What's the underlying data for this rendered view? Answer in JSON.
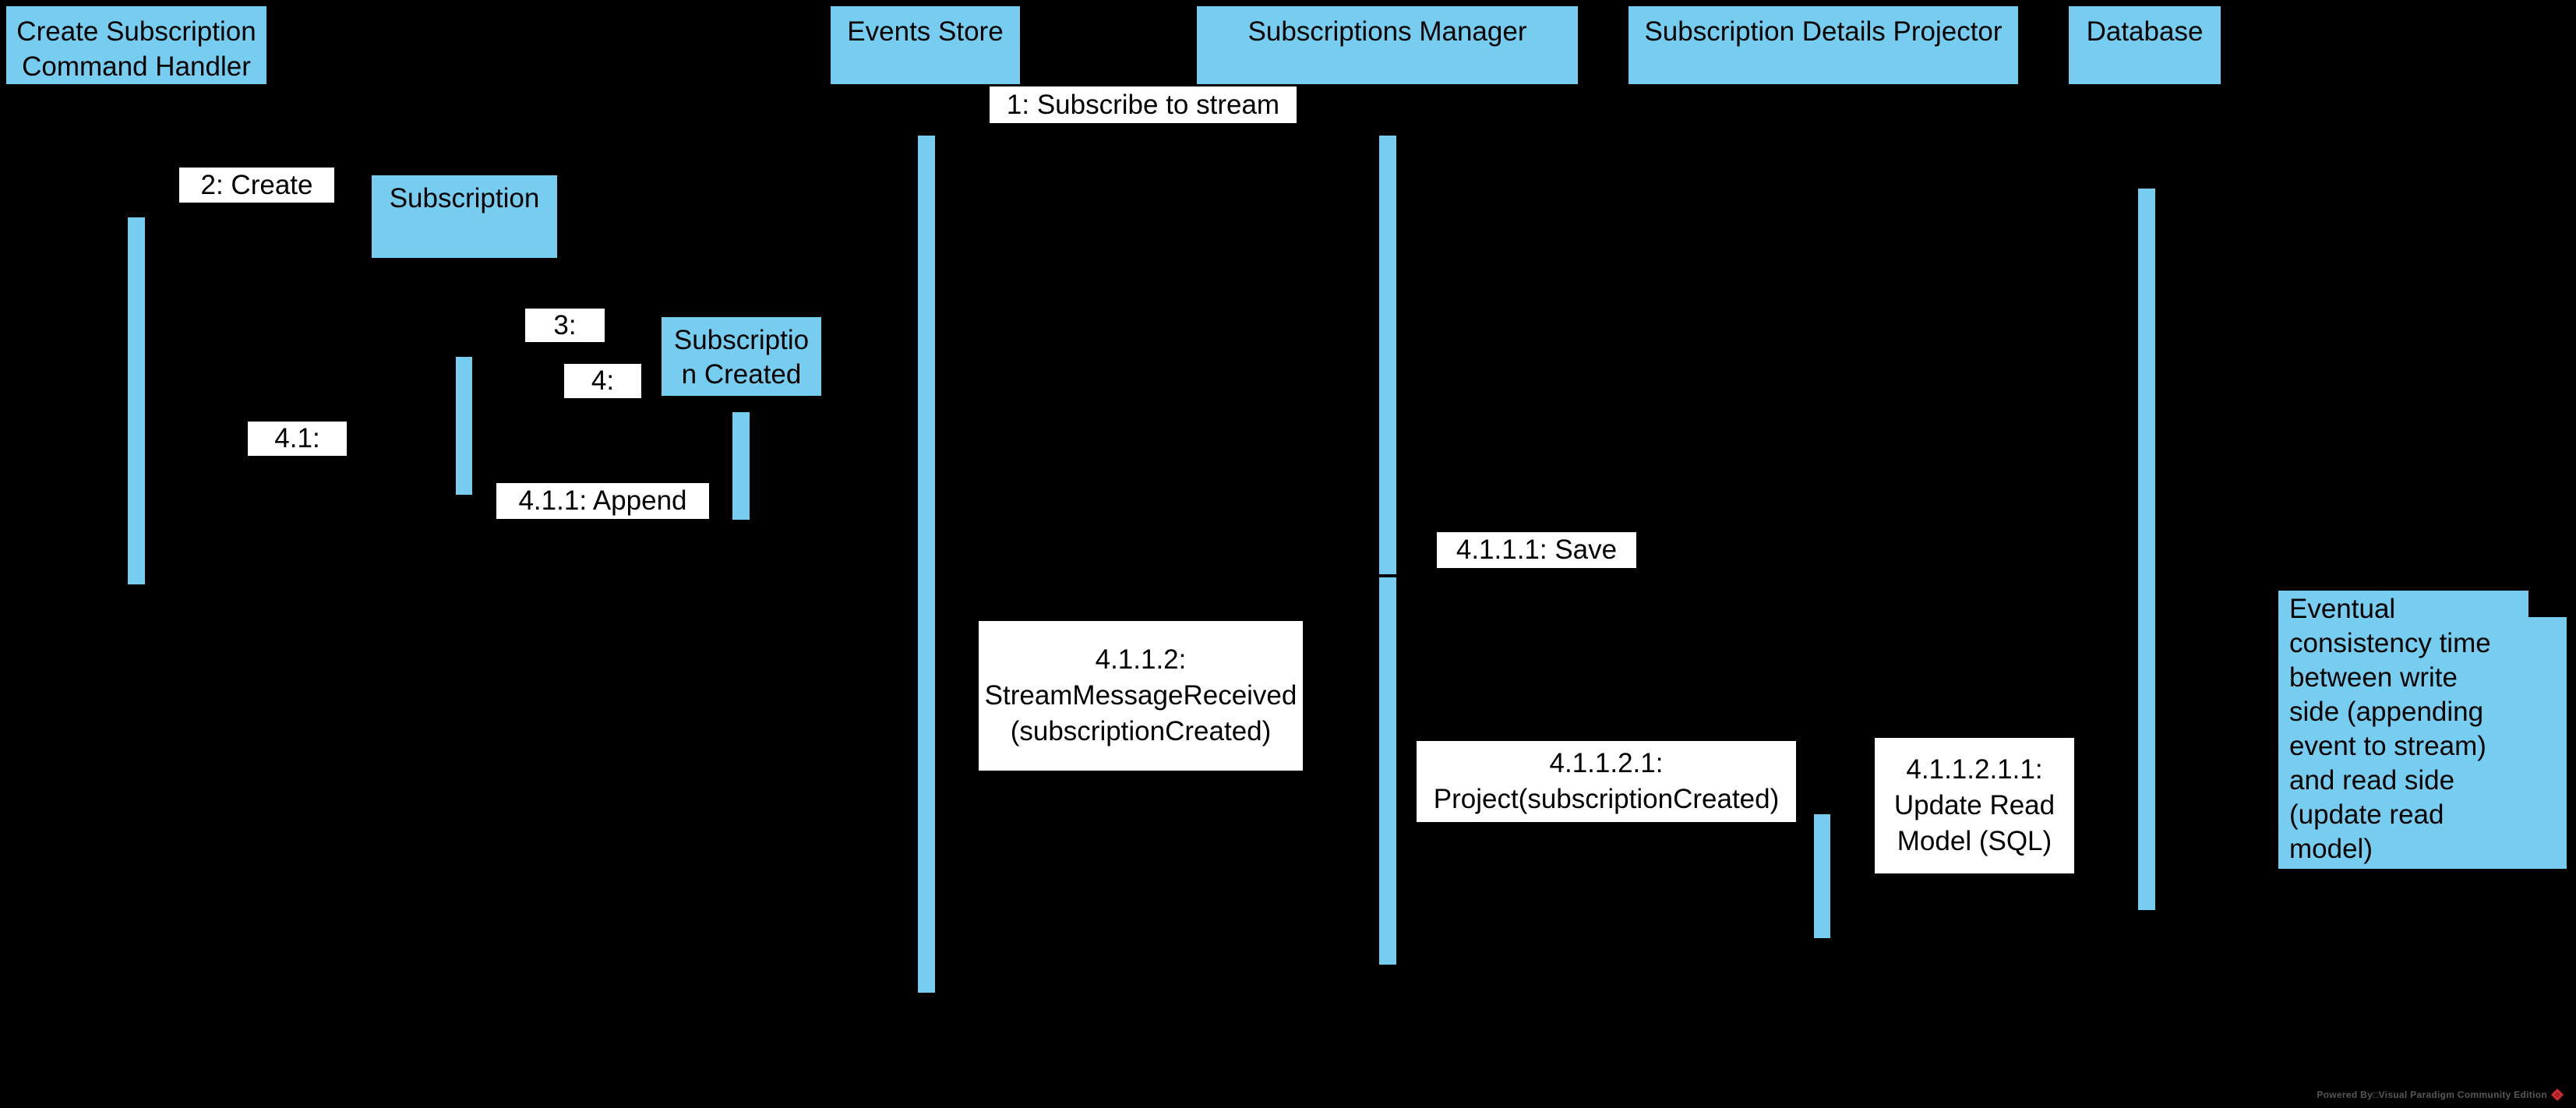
{
  "diagram": {
    "type": "uml-sequence-diagram",
    "colors": {
      "background": "#000000",
      "accent": "#76CDF0",
      "label_bg": "#FFFFFF",
      "text": "#000000",
      "footer_text": "#58585B",
      "logo_red": "#D22B30",
      "logo_red_dark": "#8F1D22"
    },
    "participants": [
      {
        "id": "create-subscription-command-handler",
        "label": "Create Subscription Command Handler",
        "lines": [
          "Create Subscription",
          "Command Handler"
        ]
      },
      {
        "id": "events-store",
        "label": "Events Store",
        "lines": [
          "Events Store"
        ]
      },
      {
        "id": "subscriptions-manager",
        "label": "Subscriptions Manager",
        "lines": [
          "Subscriptions Manager"
        ]
      },
      {
        "id": "subscription-details-projector",
        "label": "Subscription Details Projector",
        "lines": [
          "Subscription Details Projector"
        ]
      },
      {
        "id": "database",
        "label": "Database",
        "lines": [
          "Database"
        ]
      }
    ],
    "objects": [
      {
        "id": "subscription",
        "label": "Subscription",
        "lines": [
          "Subscription"
        ]
      },
      {
        "id": "subscription-created",
        "label": "Subscription Created",
        "lines": [
          "Subscriptio",
          "n Created"
        ]
      }
    ],
    "messages": [
      {
        "id": "1",
        "label": "1: Subscribe to stream",
        "lines": [
          "1: Subscribe to stream"
        ]
      },
      {
        "id": "2",
        "label": "2: Create",
        "lines": [
          "2: Create"
        ]
      },
      {
        "id": "3",
        "label": "3:",
        "lines": [
          "3:"
        ]
      },
      {
        "id": "4",
        "label": "4:",
        "lines": [
          "4:"
        ]
      },
      {
        "id": "4.1",
        "label": "4.1:",
        "lines": [
          "4.1:"
        ]
      },
      {
        "id": "4.1.1",
        "label": "4.1.1: Append",
        "lines": [
          "4.1.1: Append"
        ]
      },
      {
        "id": "4.1.1.1",
        "label": "4.1.1.1: Save",
        "lines": [
          "4.1.1.1: Save"
        ]
      },
      {
        "id": "4.1.1.2",
        "label": "4.1.1.2: StreamMessageReceived (subscriptionCreated)",
        "lines": [
          "4.1.1.2:",
          "StreamMessageReceived",
          "(subscriptionCreated)"
        ]
      },
      {
        "id": "4.1.1.2.1",
        "label": "4.1.1.2.1: Project(subscriptionCreated)",
        "lines": [
          "4.1.1.2.1:",
          "Project(subscriptionCreated)"
        ]
      },
      {
        "id": "4.1.1.2.1.1",
        "label": "4.1.1.2.1.1: Update Read Model (SQL)",
        "lines": [
          "4.1.1.2.1.1:",
          "Update Read",
          "Model (SQL)"
        ]
      }
    ],
    "note": {
      "label": "Eventual consistency time between write side (appending event to stream) and read side (update read model)",
      "lines": [
        "Eventual",
        "consistency time",
        "between write",
        "side (appending",
        "event to stream)",
        "and read side",
        "(update read",
        "model)"
      ]
    },
    "footer": {
      "label": "Powered By□Visual Paradigm Community Edition"
    }
  }
}
